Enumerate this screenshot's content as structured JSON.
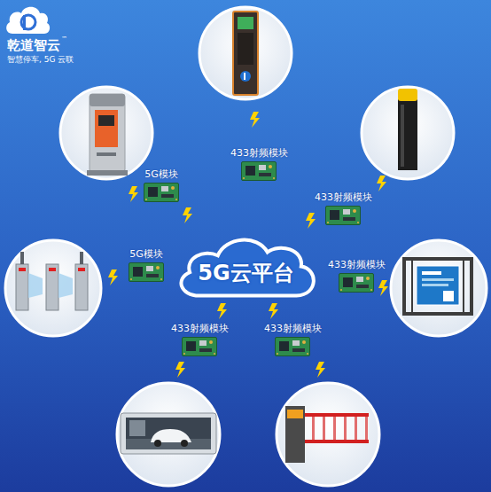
{
  "diagram": {
    "nodes": [
      {
        "text": [
          "433射频模块"
        ]
      },
      {
        "text": [
          "5G模块"
        ]
      },
      {
        "text": [
          "433射频模块"
        ]
      },
      {
        "text": [
          "5G模块"
        ]
      },
      {
        "text": [
          "5G云平台"
        ]
      },
      {
        "text": [
          "433射频模块"
        ]
      },
      {
        "text": [
          "433射频模块"
        ]
      },
      {
        "text": [
          "433射频模块"
        ]
      }
    ],
    "labels": [
      "乾道智云",
      "™",
      "智慧停车, 5G 云联"
    ]
  }
}
